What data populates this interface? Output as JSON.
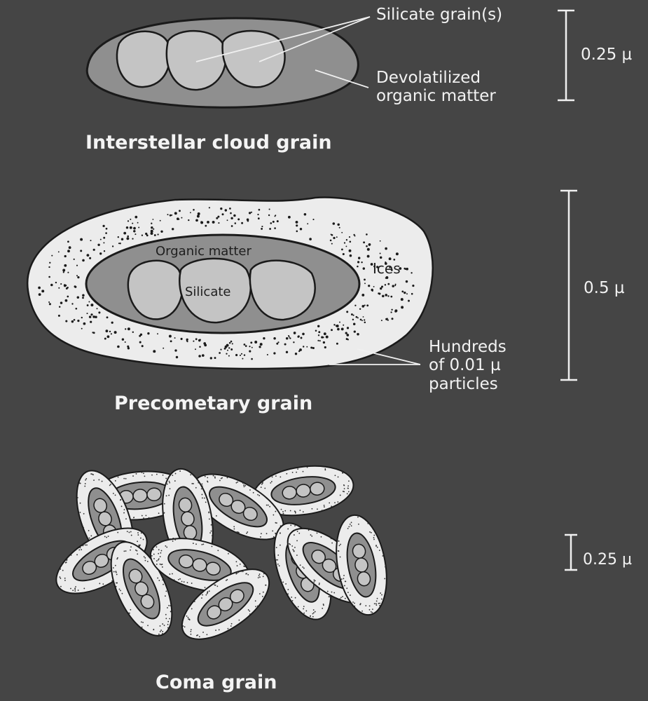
{
  "interstellar": {
    "caption": "Interstellar cloud grain",
    "silicate_label": "Silicate grain(s)",
    "organic_label": "Devolatilized\norganic matter",
    "scale_label": "0.25 µ"
  },
  "precometary": {
    "caption": "Precometary grain",
    "organic_label": "Organic matter",
    "silicate_label": "Silicate",
    "ices_label": "Ices",
    "particles_label": "Hundreds\nof 0.01 µ\nparticles",
    "scale_label": "0.5 µ"
  },
  "coma": {
    "caption": "Coma grain",
    "scale_label": "0.25 µ"
  },
  "colors": {
    "background": "#454545",
    "organic": "#8f8f8f",
    "silicate": "#c4c4c4",
    "ice": "#ececec",
    "line": "#f0f0f0"
  }
}
